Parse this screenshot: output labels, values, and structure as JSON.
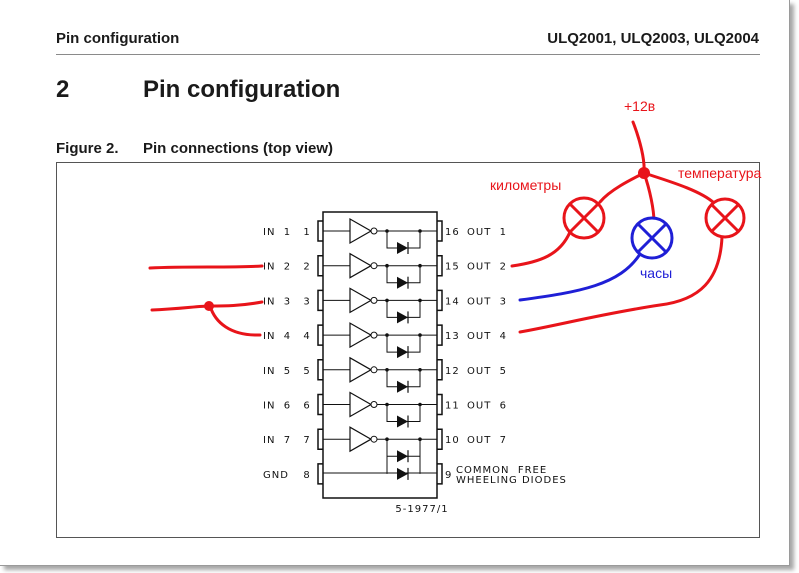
{
  "header": {
    "left": "Pin configuration",
    "right": "ULQ2001, ULQ2003, ULQ2004"
  },
  "section": {
    "number": "2",
    "title": "Pin configuration"
  },
  "figure": {
    "label": "Figure 2.",
    "title": "Pin connections (top view)",
    "code": "5-1977/1"
  },
  "pins_left": [
    {
      "name": "IN  1",
      "num": "1"
    },
    {
      "name": "IN  2",
      "num": "2"
    },
    {
      "name": "IN  3",
      "num": "3"
    },
    {
      "name": "IN  4",
      "num": "4"
    },
    {
      "name": "IN  5",
      "num": "5"
    },
    {
      "name": "IN  6",
      "num": "6"
    },
    {
      "name": "IN  7",
      "num": "7"
    },
    {
      "name": "GND",
      "num": "8"
    }
  ],
  "pins_right": [
    {
      "name": "OUT  1",
      "num": "16"
    },
    {
      "name": "OUT  2",
      "num": "15"
    },
    {
      "name": "OUT  3",
      "num": "14"
    },
    {
      "name": "OUT  4",
      "num": "13"
    },
    {
      "name": "OUT  5",
      "num": "12"
    },
    {
      "name": "OUT  6",
      "num": "11"
    },
    {
      "name": "OUT  7",
      "num": "10"
    },
    {
      "name": "COMMON  FREE",
      "name2": "WHEELING DIODES",
      "num": "9"
    }
  ],
  "annotations": {
    "supply": "+12в",
    "kilometers": "километры",
    "temperature": "температура",
    "clock": "часы"
  },
  "colors": {
    "red": "#e8141a",
    "blue": "#1f1fd6",
    "ink": "#111111"
  }
}
